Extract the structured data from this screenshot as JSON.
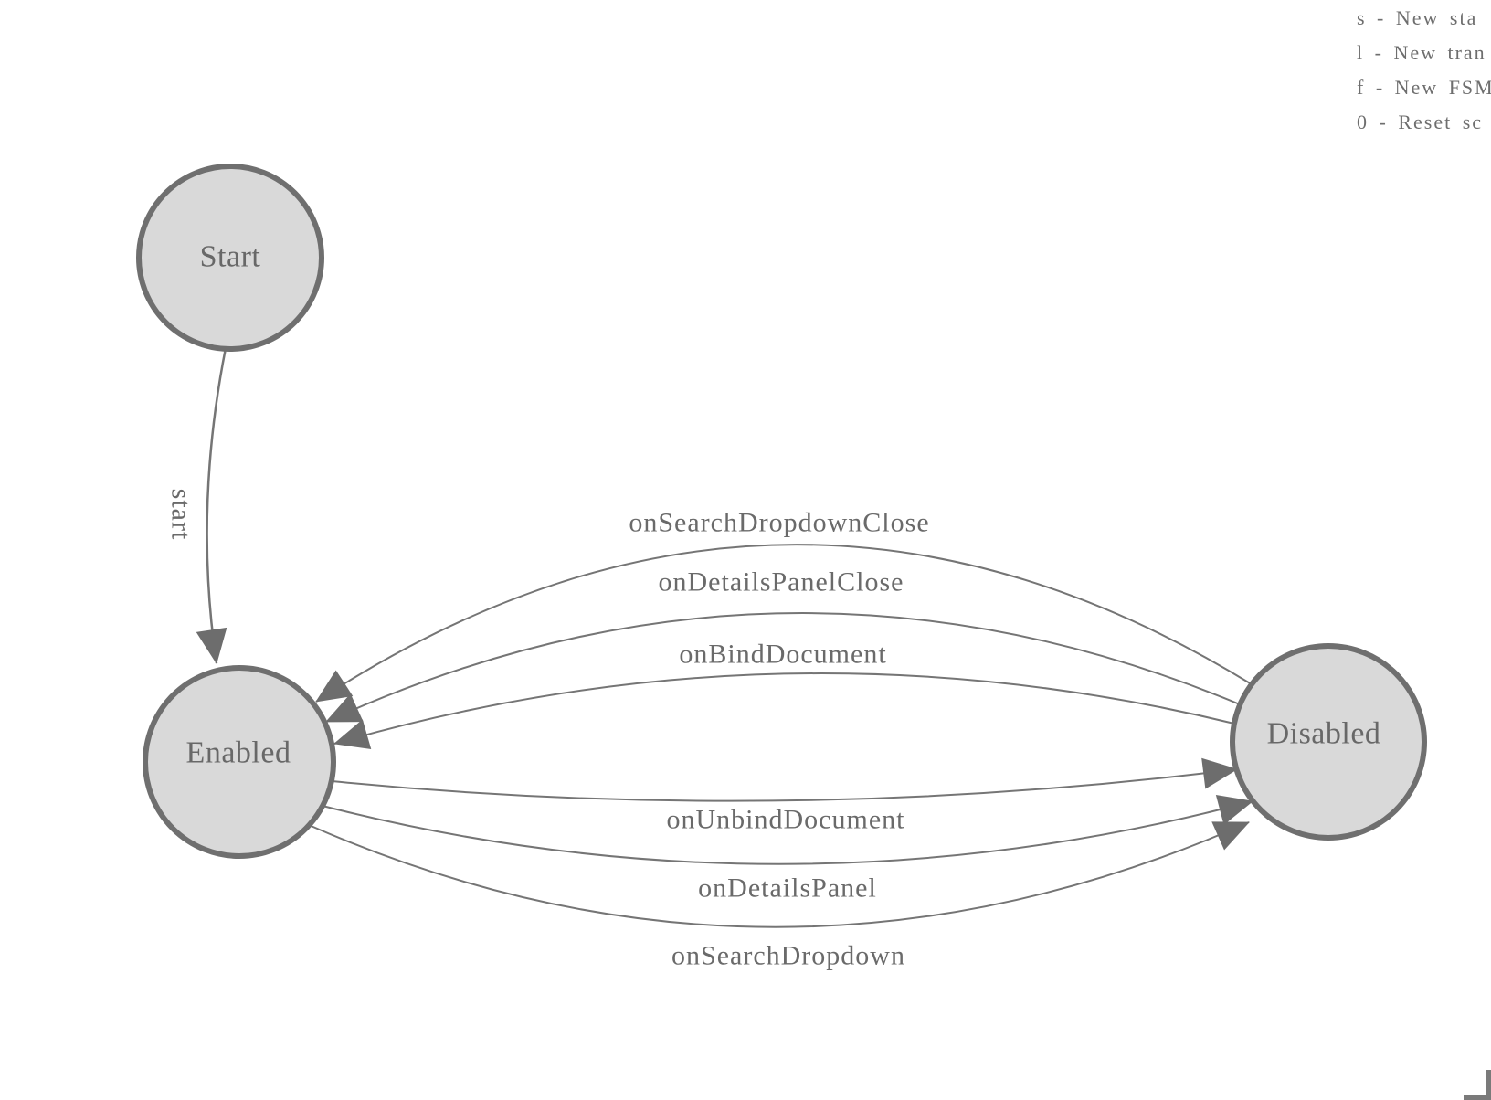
{
  "legend": {
    "lines": [
      "s - New sta",
      "l - New tran",
      "f - New FSM",
      "0 - Reset sc"
    ]
  },
  "states": [
    {
      "id": "start",
      "label": "Start"
    },
    {
      "id": "enabled",
      "label": "Enabled"
    },
    {
      "id": "disabled",
      "label": "Disabled"
    }
  ],
  "transitions": [
    {
      "id": "start",
      "label": "start",
      "from": "Start",
      "to": "Enabled"
    },
    {
      "id": "onSearchDropdownClose",
      "label": "onSearchDropdownClose",
      "from": "Disabled",
      "to": "Enabled"
    },
    {
      "id": "onDetailsPanelClose",
      "label": "onDetailsPanelClose",
      "from": "Disabled",
      "to": "Enabled"
    },
    {
      "id": "onBindDocument",
      "label": "onBindDocument",
      "from": "Disabled",
      "to": "Enabled"
    },
    {
      "id": "onUnbindDocument",
      "label": "onUnbindDocument",
      "from": "Enabled",
      "to": "Disabled"
    },
    {
      "id": "onDetailsPanel",
      "label": "onDetailsPanel",
      "from": "Enabled",
      "to": "Disabled"
    },
    {
      "id": "onSearchDropdown",
      "label": "onSearchDropdown",
      "from": "Enabled",
      "to": "Disabled"
    }
  ],
  "colors": {
    "state_fill": "#d9d9d9",
    "state_stroke": "#6f6f6f",
    "edge_stroke": "#757575",
    "arrow_fill": "#6d6d6d",
    "label_text": "#6a6a6a",
    "legend_text": "#6e6e6e"
  }
}
